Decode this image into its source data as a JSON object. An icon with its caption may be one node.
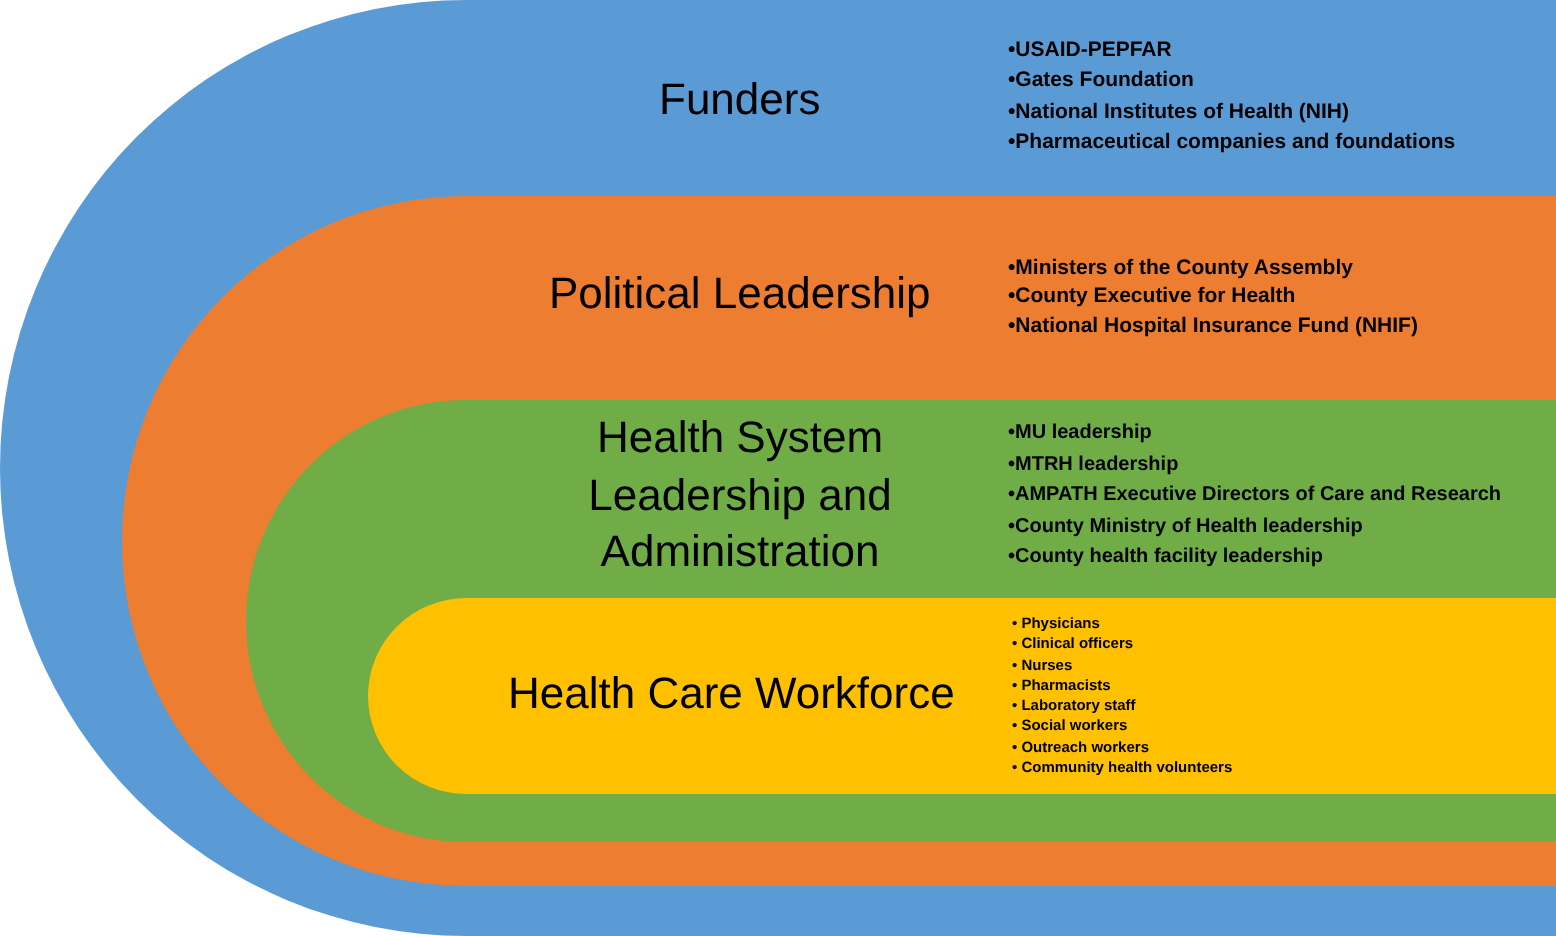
{
  "diagram": {
    "nodes": [
      {
        "text": [
          "Funders",
          "•USAID-PEPFAR",
          "•Gates Foundation",
          "•National Institutes of Health (NIH)",
          "•Pharmaceutical companies and foundations"
        ]
      },
      {
        "text": [
          "Political Leadership",
          "•Ministers of the County Assembly",
          "•County Executive for Health",
          "•National Hospital Insurance Fund (NHIF)"
        ],
        "in": 0
      },
      {
        "text": [
          "Health System Leadership and Administration",
          "•MU leadership",
          "•MTRH leadership",
          "•AMPATH Executive Directors of Care and Research",
          "•County Ministry of Health leadership",
          "•County health facility leadership"
        ],
        "in": 1
      },
      {
        "text": [
          "Health Care Workforce",
          "• Physicians",
          "• Clinical officers",
          "• Nurses",
          "• Pharmacists",
          "• Laboratory staff",
          "• Social workers",
          "• Outreach workers",
          "• Community health volunteers"
        ],
        "in": 2
      }
    ]
  }
}
